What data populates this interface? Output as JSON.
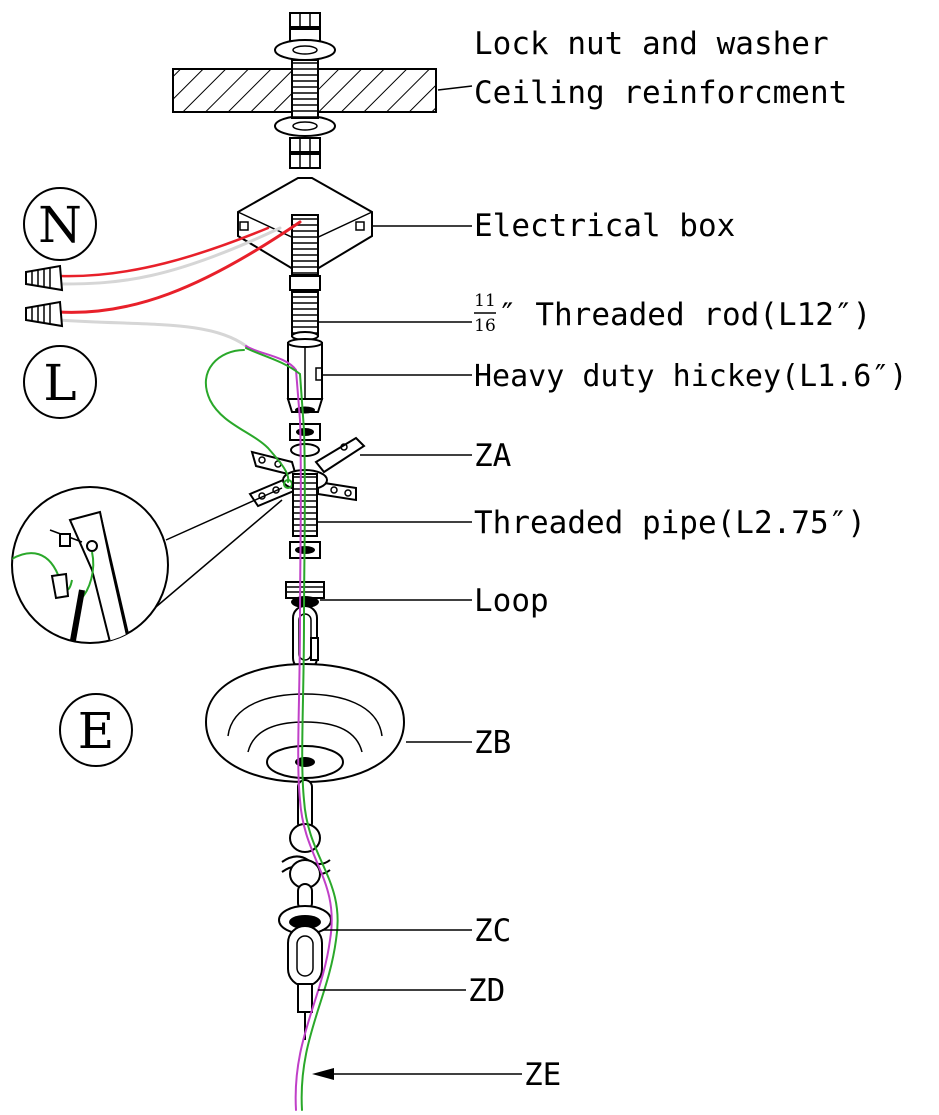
{
  "labels": {
    "lock_nut": "Lock nut and washer",
    "ceiling": "Ceiling reinforcment",
    "electrical_box": "Electrical box",
    "rod_frac_num": "11",
    "rod_frac_den": "16",
    "threaded_rod": "″ Threaded rod(L12″)",
    "hickey": "Heavy duty hickey(L1.6″)",
    "za": "ZA",
    "threaded_pipe": "Threaded pipe(L2.75″)",
    "loop": "Loop",
    "zb": "ZB",
    "zc": "ZC",
    "zd": "ZD",
    "ze": "ZE"
  },
  "wire_markers": {
    "neutral": "N",
    "live": "L",
    "earth": "E"
  },
  "colors": {
    "line": "#000000",
    "live_wire": "#e8202a",
    "neutral_wire": "#d6d6d6",
    "earth_wire": "#2aa82a",
    "purple_wire": "#c040c8"
  }
}
